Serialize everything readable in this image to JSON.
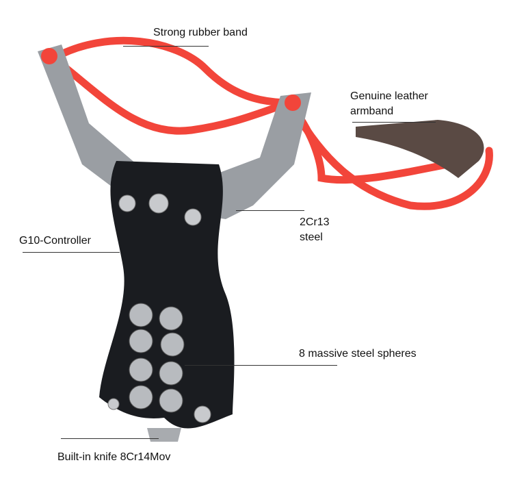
{
  "labels": {
    "rubber_band": "Strong rubber band",
    "armband_line1": "Genuine leather",
    "armband_line2": "armband",
    "steel_line1": "2Cr13",
    "steel_line2": "steel",
    "controller": "G10-Controller",
    "spheres": "8 massive steel spheres",
    "knife": "Built-in knife 8Cr14Mov"
  },
  "colors": {
    "band": "#f2453a",
    "handle": "#1a1c20",
    "frame": "#9a9ea3"
  }
}
